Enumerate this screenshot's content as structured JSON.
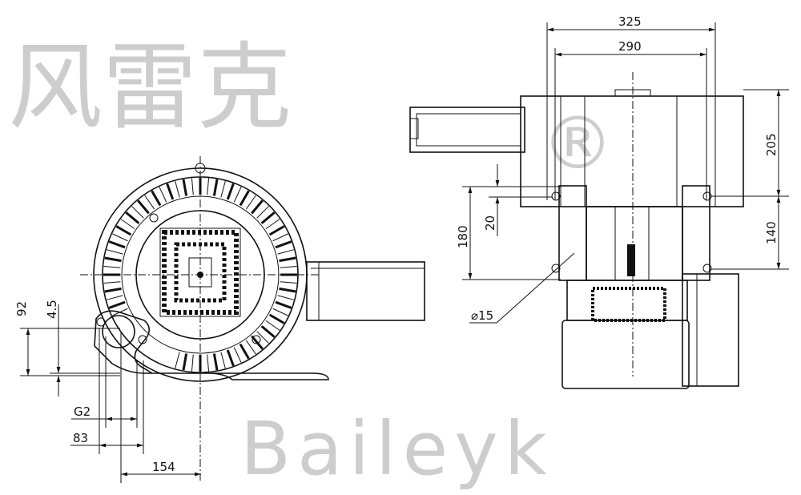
{
  "watermark": {
    "chinese": "风雷克",
    "registered": "®",
    "latin": "Baileyk"
  },
  "dimensions": {
    "width_overall": "325",
    "width_inner": "290",
    "height_upper": "205",
    "height_lower": "140",
    "hole_spacing": "180",
    "hole_offset": "20",
    "hole_diameter": "⌀15",
    "port_height": "92",
    "foot_thickness": "4.5",
    "port_thread": "G2",
    "port_width": "83",
    "port_offset": "154"
  }
}
